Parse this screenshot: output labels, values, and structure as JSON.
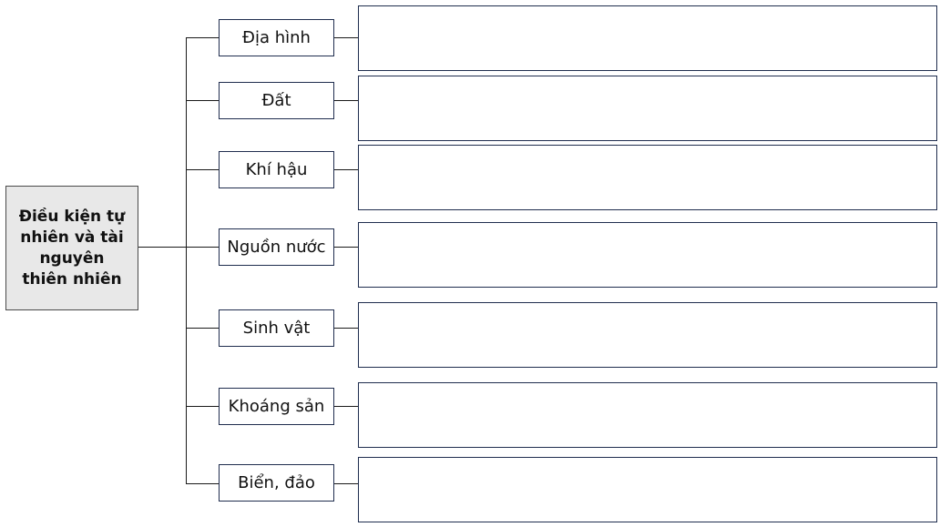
{
  "diagram": {
    "root": {
      "label": "Điều kiện tự\nnhiên và tài\nnguyên\nthiên nhiên"
    },
    "branches": [
      {
        "label": "Địa hình",
        "answer": ""
      },
      {
        "label": "Đất",
        "answer": ""
      },
      {
        "label": "Khí hậu",
        "answer": ""
      },
      {
        "label": "Nguồn nước",
        "answer": ""
      },
      {
        "label": "Sinh vật",
        "answer": ""
      },
      {
        "label": "Khoáng sản",
        "answer": ""
      },
      {
        "label": "Biển, đảo",
        "answer": ""
      }
    ]
  }
}
